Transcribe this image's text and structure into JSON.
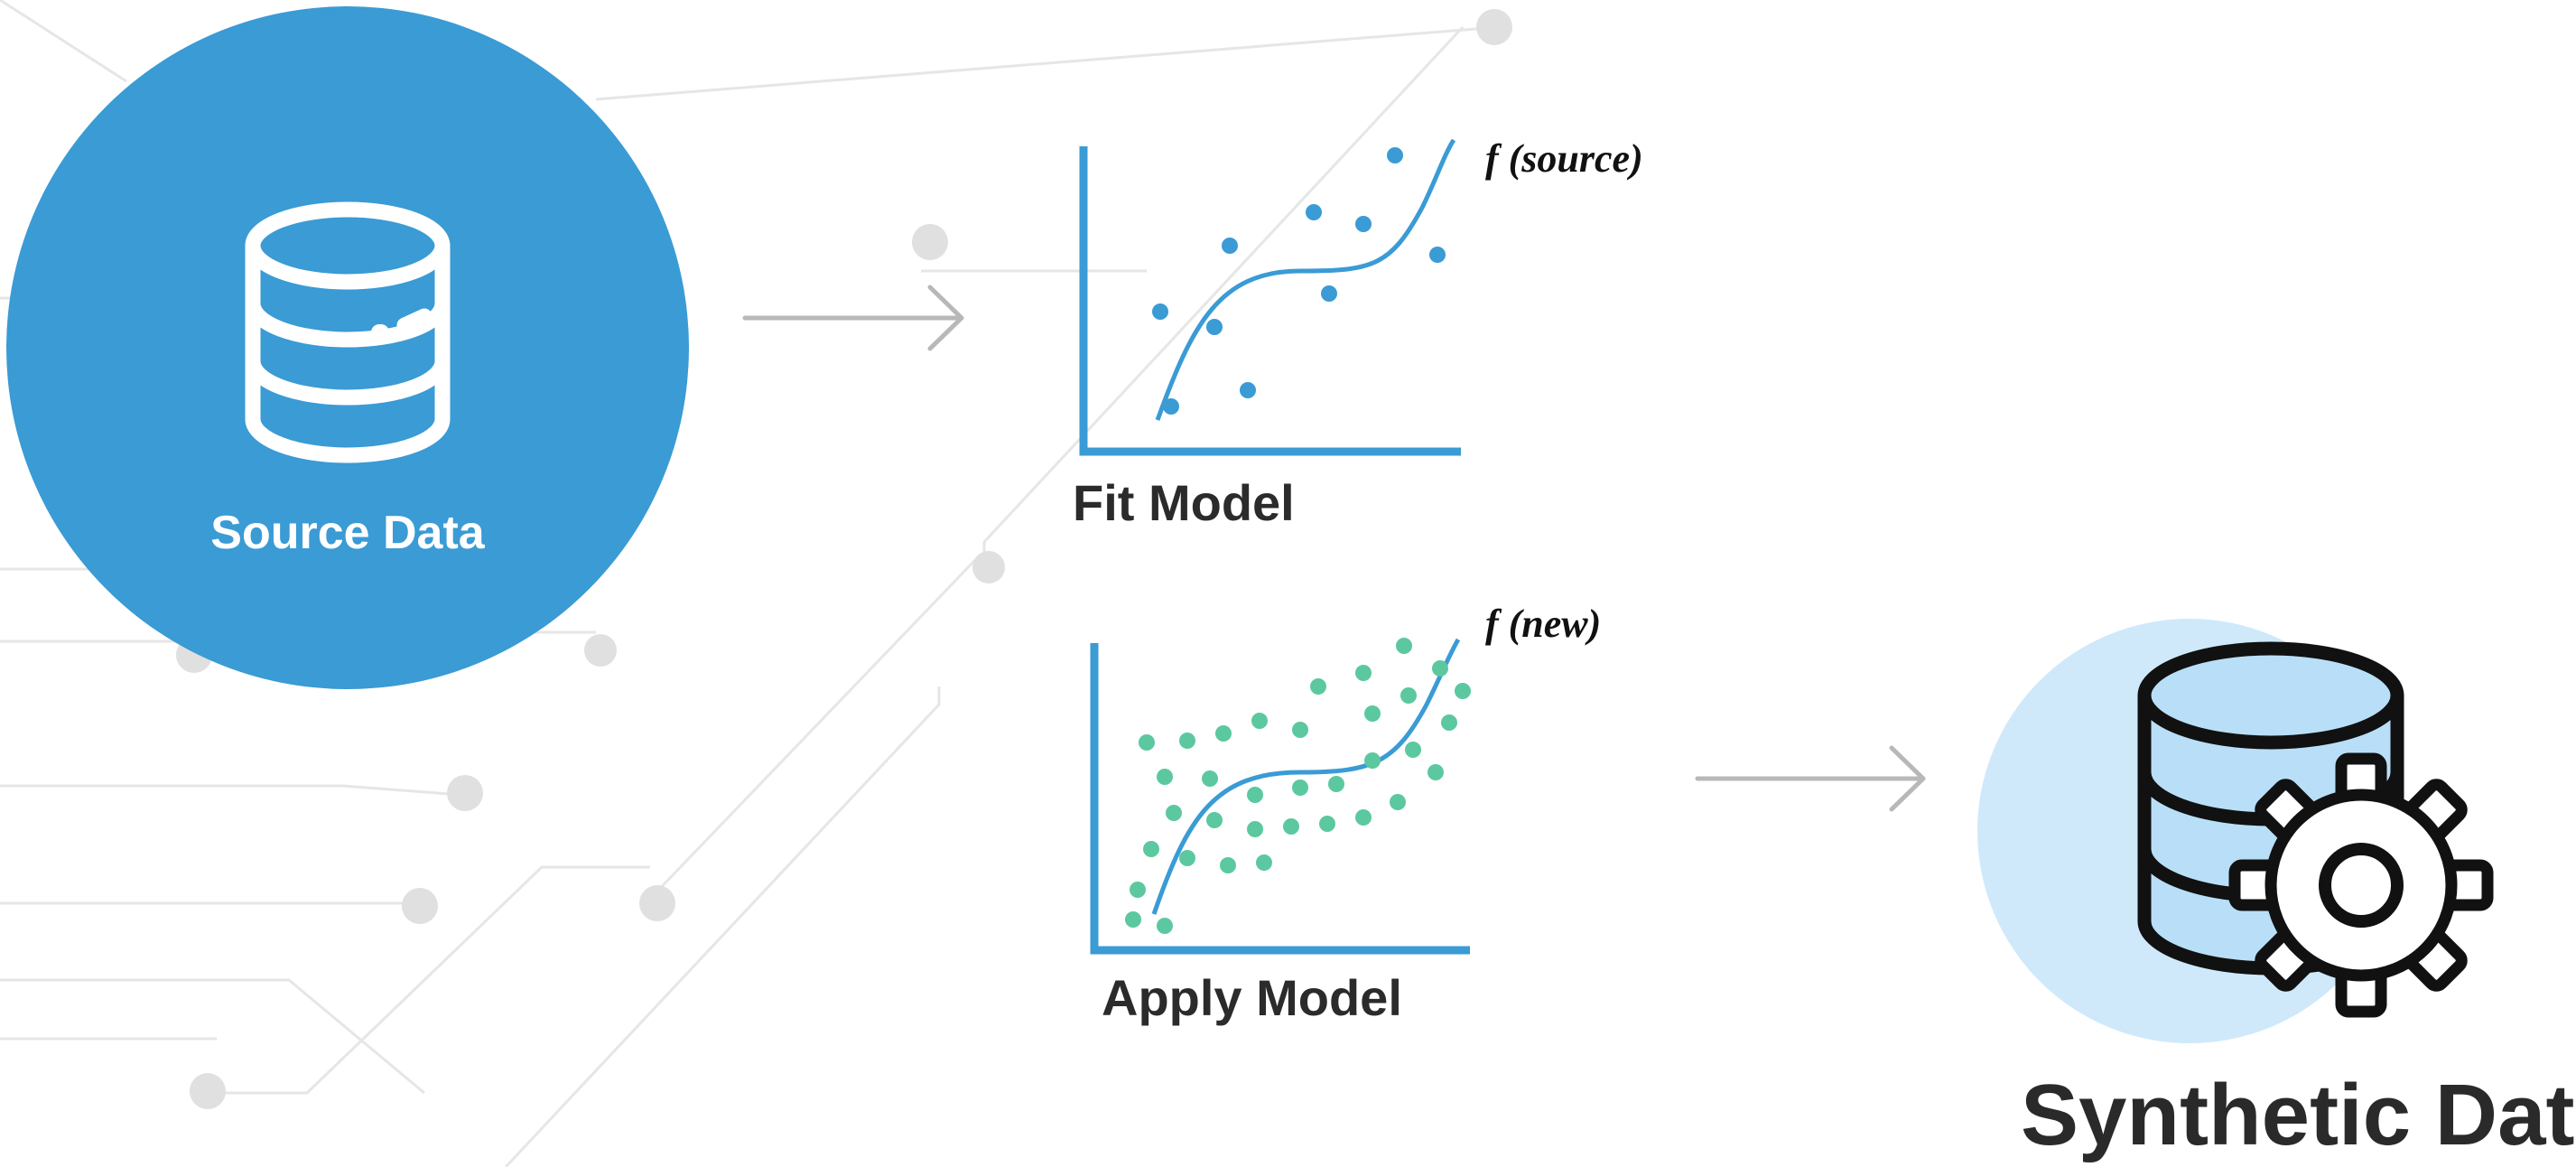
{
  "source": {
    "label": "Source Data",
    "color": "#3a9bd5",
    "icon": "database-icon"
  },
  "fit_model": {
    "label": "Fit Model",
    "function_label": "f (source)",
    "axis_color": "#3a9bd5",
    "curve_color": "#3a9bd5",
    "point_color": "#3a9bd5"
  },
  "apply_model": {
    "label": "Apply Model",
    "function_label": "f (new)",
    "axis_color": "#3a9bd5",
    "curve_color": "#3a9bd5",
    "point_color": "#5cc8a0"
  },
  "synthetic": {
    "label": "Synthetic Data",
    "circle_color": "#cfe9fb",
    "icon_fill": "#b9dff8",
    "icon": "database-gear-icon"
  },
  "background": {
    "line_color": "#e6e6e6",
    "node_color": "#e0e0e0"
  },
  "arrow_color": "#b8b8b8"
}
